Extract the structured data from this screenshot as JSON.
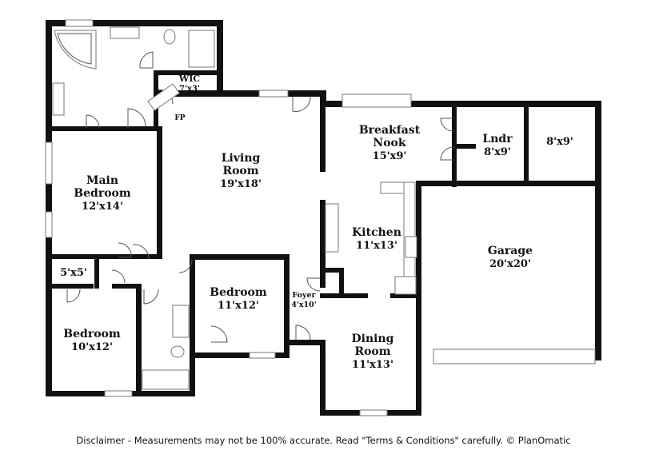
{
  "rooms": {
    "wic": {
      "name": "WIC",
      "dim": "7'x3'"
    },
    "fp": {
      "name": "FP"
    },
    "living": {
      "name1": "Living",
      "name2": "Room",
      "dim": "19'x18'"
    },
    "nook": {
      "name1": "Breakfast",
      "name2": "Nook",
      "dim": "15'x9'"
    },
    "laundry": {
      "name": "Lndr",
      "dim": "8'x9'"
    },
    "storage": {
      "dim": "8'x9'"
    },
    "main_bedroom": {
      "name1": "Main",
      "name2": "Bedroom",
      "dim": "12'x14'"
    },
    "kitchen": {
      "name": "Kitchen",
      "dim": "11'x13'"
    },
    "garage": {
      "name": "Garage",
      "dim": "20'x20'"
    },
    "closet": {
      "dim": "5'x5'"
    },
    "bedroom2": {
      "name": "Bedroom",
      "dim": "11'x12'"
    },
    "foyer": {
      "name": "Foyer",
      "dim": "4'x10'"
    },
    "bedroom3": {
      "name": "Bedroom",
      "dim": "10'x12'"
    },
    "dining": {
      "name1": "Dining",
      "name2": "Room",
      "dim": "11'x13'"
    }
  },
  "disclaimer": "Disclaimer - Measurements may not be 100% accurate. Read \"Terms & Conditions\" carefully. © PlanOmatic"
}
